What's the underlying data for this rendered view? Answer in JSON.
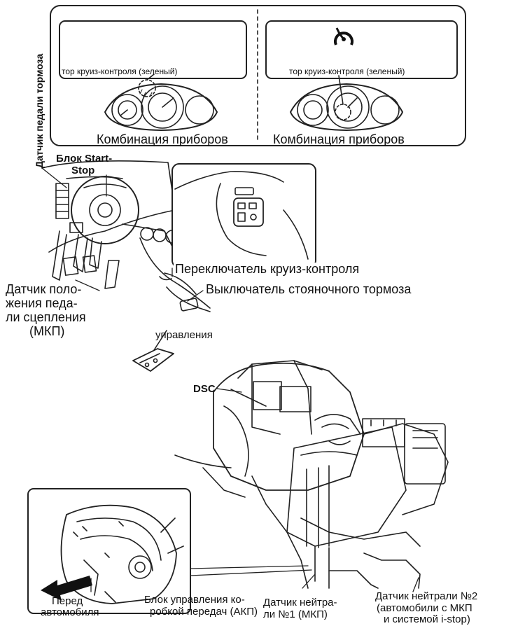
{
  "labels": {
    "indicator_left": "тор круиз-контроля (зеленый)",
    "indicator_right": "тор круиз-контроля (зеленый)",
    "cluster_left": "Комбинация приборов",
    "cluster_right": "Комбинация приборов",
    "brake_pedal_sensor": "Датчик педали тормоза",
    "start_stop_unit_1": "Блок Start-",
    "start_stop_unit_2": "Stop",
    "cruise_switch": "Переключатель круиз-контроля",
    "parking_brake_switch": "Выключатель стояночного тормоза",
    "clutch_sensor_1": "Датчик поло-",
    "clutch_sensor_2": "жения педа-",
    "clutch_sensor_3": "ли сцепления",
    "clutch_sensor_4": "(МКП)",
    "control": "управления",
    "dsc": "DSC",
    "front_1": "Перед",
    "front_2": "автомобиля",
    "tcu_1": "Блок управления ко-",
    "tcu_2": "робкой передач (АКП)",
    "neutral1_1": "Датчик нейтра-",
    "neutral1_2": "ли №1 (МКП)",
    "neutral2_1": "Датчик нейтрали №2",
    "neutral2_2": "(автомобили с МКП",
    "neutral2_3": "и системой i-stop)"
  },
  "icons": {
    "cruise_indicator": "cruise-control-icon",
    "front_arrow": "arrow-left-icon"
  }
}
